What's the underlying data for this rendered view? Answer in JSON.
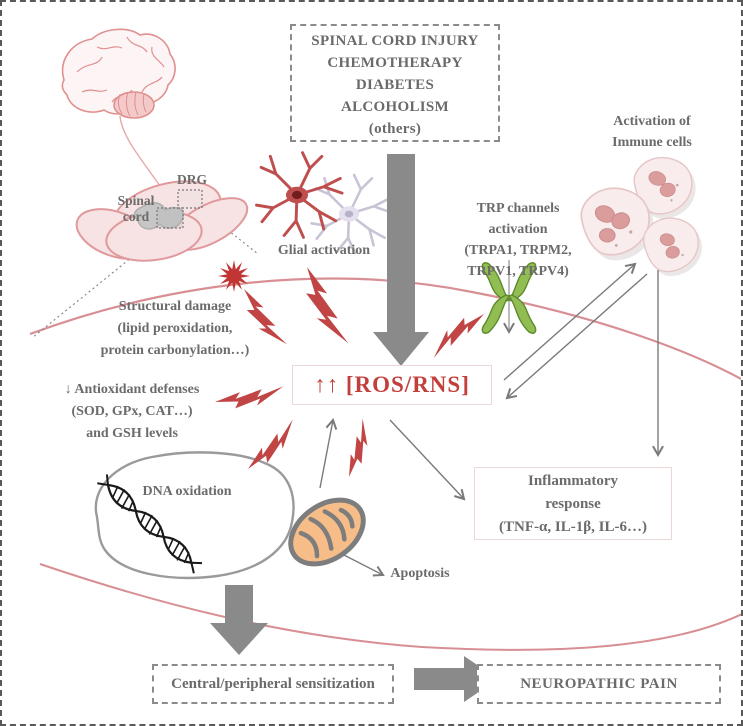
{
  "causes": {
    "lines": [
      "SPINAL CORD INJURY",
      "CHEMOTHERAPY",
      "DIABETES",
      "ALCOHOLISM",
      "(others)"
    ]
  },
  "anatomy": {
    "spinal_cord": "Spinal cord",
    "drg": "DRG"
  },
  "glial": {
    "label": "Glial activation"
  },
  "trp": {
    "lines": [
      "TRP channels",
      "activation",
      "(TRPA1, TRPM2,",
      "TRPV1, TRPV4)"
    ]
  },
  "immune": {
    "lines": [
      "Activation of",
      "Immune cells"
    ]
  },
  "ros": {
    "label": "↑↑ [ROS/RNS]"
  },
  "structural": {
    "lines": [
      "Structural damage",
      "(lipid peroxidation,",
      "protein carbonylation…)"
    ]
  },
  "antioxidant": {
    "lines": [
      "↓ Antioxidant defenses",
      "(SOD, GPx, CAT…)",
      "and GSH levels"
    ]
  },
  "dna": {
    "label": "DNA oxidation"
  },
  "apoptosis": {
    "label": "Apoptosis"
  },
  "inflammatory": {
    "lines": [
      "Inflammatory",
      "response",
      "(TNF-α, IL-1β, IL-6…)"
    ]
  },
  "sensitization": {
    "label": "Central/peripheral sensitization"
  },
  "pain": {
    "label": "NEUROPATHIC PAIN"
  },
  "colors": {
    "ros_red": "#c2403c",
    "bolt_red": "#c14545",
    "text_gray": "#6b6b6b",
    "arrow_gray": "#8a8a8a",
    "membrane_pink": "#d88f93",
    "channel_green": "#92bd52",
    "mitochondria_orange": "#f6bd88",
    "cell_pink": "#f9ecec"
  }
}
